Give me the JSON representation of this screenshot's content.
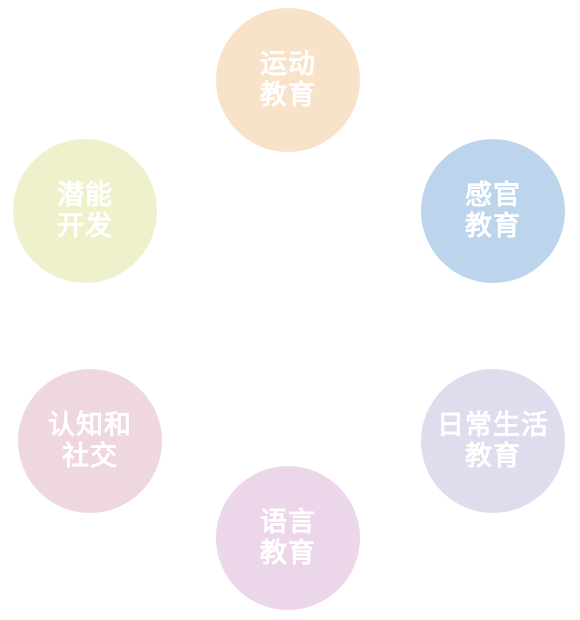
{
  "items": [
    {
      "line1": "运动",
      "line2": "教育",
      "color": "#f8e2c9"
    },
    {
      "line1": "感官",
      "line2": "教育",
      "color": "#bcd5ec"
    },
    {
      "line1": "日常生活",
      "line2": "教育",
      "color": "#dedced"
    },
    {
      "line1": "语言",
      "line2": "教育",
      "color": "#ecd6ea"
    },
    {
      "line1": "认知和",
      "line2": "社交",
      "color": "#efd7df"
    },
    {
      "line1": "潜能",
      "line2": "开发",
      "color": "#eff1cd"
    }
  ]
}
